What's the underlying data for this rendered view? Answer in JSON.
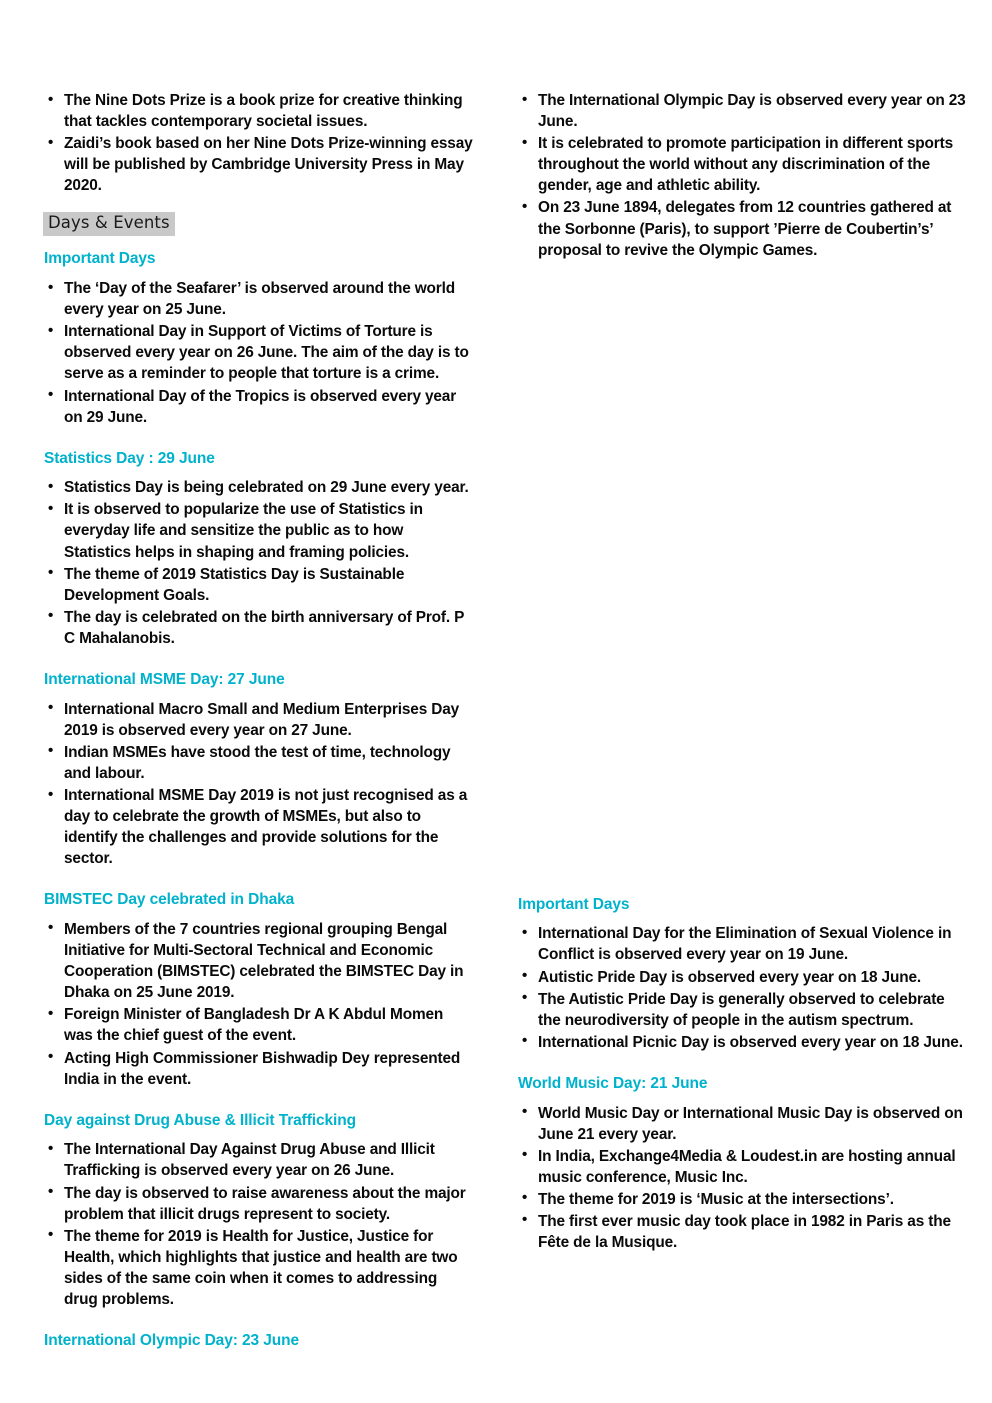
{
  "document": {
    "page_background": "#ffffff",
    "accent_heading_color": "#00b2cc",
    "highlight_background": "#c9c9c9",
    "body_text_color": "#0a0a0a"
  },
  "left_column": {
    "top_bullets": [
      "The Nine Dots Prize is a book prize for creative thinking that tackles contemporary societal issues.",
      "Zaidi’s book based on her Nine Dots Prize-winning essay will be published by Cambridge University Press in May 2020."
    ],
    "section_title": "Days & Events",
    "sections": [
      {
        "heading": "Important Days",
        "bullets": [
          "The ‘Day of the Seafarer’ is observed around the world every year on 25 June.",
          "International Day in Support of Victims of Torture is observed every year on 26 June. The aim of the day is to serve as a reminder to people that torture is a crime.",
          "International Day of the Tropics is observed every year on 29 June."
        ]
      },
      {
        "heading": "Statistics Day : 29 June",
        "bullets": [
          "Statistics Day is being celebrated on 29 June every year.",
          "It is observed to popularize the use of Statistics in everyday life and sensitize the public as to how Statistics helps in shaping and framing policies.",
          "The theme of 2019 Statistics Day is Sustainable Development Goals.",
          "The day is celebrated on the birth anniversary of Prof. P C Mahalanobis."
        ]
      },
      {
        "heading": "International MSME Day: 27 June",
        "bullets": [
          "International Macro Small and Medium Enterprises Day 2019 is observed every year on 27 June.",
          "Indian MSMEs have stood the test of time, technology and labour.",
          "International MSME Day 2019 is not just recognised as a day to celebrate the growth of MSMEs, but also to identify the challenges and provide solutions for the sector."
        ]
      },
      {
        "heading": "BIMSTEC Day celebrated in Dhaka",
        "bullets": [
          "Members of the 7 countries regional grouping Bengal Initiative for Multi-Sectoral Technical and Economic Cooperation (BIMSTEC) celebrated the BIMSTEC Day in Dhaka on 25 June 2019.",
          "Foreign Minister of Bangladesh Dr A K Abdul Momen was the chief guest of the event.",
          "Acting High Commissioner Bishwadip Dey represented India in the event."
        ]
      },
      {
        "heading": "Day against Drug Abuse & Illicit Trafficking",
        "bullets": [
          "The International Day Against Drug Abuse and Illicit Trafficking is observed every year on 26 June.",
          "The day is observed to raise awareness about the major problem that illicit drugs represent to society.",
          "The theme for 2019 is Health for Justice, Justice for Health, which highlights that justice and health are two sides of the same coin when it comes to addressing drug problems."
        ]
      },
      {
        "heading": "International Olympic Day: 23 June",
        "bullets": []
      }
    ]
  },
  "right_column": {
    "top_bullets": [
      "The International Olympic Day is observed every year on 23 June.",
      "It is celebrated to promote participation in different sports throughout the world without any discrimination of the gender, age and athletic ability.",
      "On 23 June 1894, delegates from 12 countries gathered at the Sorbonne (Paris), to support ’Pierre de Coubertin’s’ proposal to revive the Olympic Games."
    ],
    "sections": [
      {
        "heading": "Important Days",
        "bullets": [
          "International Day for the Elimination of Sexual Violence in Conflict is observed every year on 19 June.",
          "Autistic Pride Day is observed every year on 18 June.",
          "The Autistic Pride Day is generally observed to celebrate the neurodiversity of people in the autism spectrum.",
          "International Picnic Day is observed every year on 18 June."
        ]
      },
      {
        "heading": "World Music Day: 21 June",
        "bullets": [
          "World Music Day or International Music Day is observed on June 21 every year.",
          "In India, Exchange4Media & Loudest.in are hosting annual music conference, Music Inc.",
          "The theme for 2019 is ‘Music at the intersections’.",
          "The first ever music day took place in 1982 in Paris as the Fête de la Musique."
        ]
      }
    ]
  }
}
